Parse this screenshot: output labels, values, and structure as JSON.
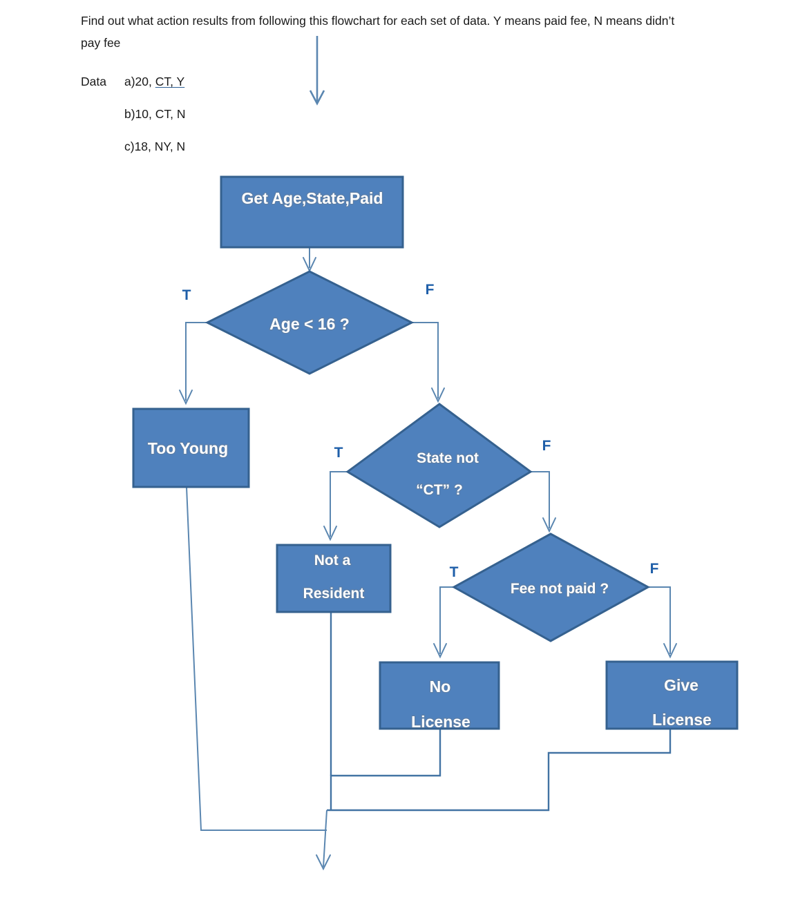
{
  "document": {
    "intro": "Find out what action results from following this flowchart for each set of data. Y means paid fee, N means didn’t pay fee",
    "data_label": "Data",
    "data_items": [
      {
        "key": "a",
        "text": "a)20, ",
        "underlined": "CT,  Y"
      },
      {
        "key": "b",
        "text": "b)10, CT, N",
        "underlined": ""
      },
      {
        "key": "c",
        "text": "c)18, NY, N",
        "underlined": ""
      }
    ]
  },
  "colors": {
    "node_fill": "#4f81bd",
    "node_border": "#35618f",
    "node_text": "#ffffff",
    "branch_label": "#1f5fa9",
    "connector": "#5a86b0"
  },
  "flowchart": {
    "type": "flowchart",
    "nodes": [
      {
        "id": "get",
        "kind": "process",
        "label": "Get Age,State,Paid",
        "lines": [
          "Get Age,State,Paid"
        ]
      },
      {
        "id": "age",
        "kind": "decision",
        "label": "Age < 16 ?",
        "lines": [
          "Age < 16 ?"
        ]
      },
      {
        "id": "tooyoung",
        "kind": "process",
        "label": "Too Young",
        "lines": [
          "Too Young"
        ]
      },
      {
        "id": "state",
        "kind": "decision",
        "label": "State not “CT” ?",
        "lines": [
          "State not",
          "“CT” ?"
        ]
      },
      {
        "id": "notres",
        "kind": "process",
        "label": "Not a Resident",
        "lines": [
          "Not a",
          "Resident"
        ]
      },
      {
        "id": "fee",
        "kind": "decision",
        "label": "Fee  not paid ?",
        "lines": [
          "Fee  not paid ?"
        ]
      },
      {
        "id": "nolicense",
        "kind": "process",
        "label": "No License",
        "lines": [
          "No",
          "License"
        ]
      },
      {
        "id": "givelicense",
        "kind": "process",
        "label": "Give License",
        "lines": [
          "Give",
          "License"
        ]
      }
    ],
    "branch_labels": {
      "age_true": "T",
      "age_false": "F",
      "state_true": "T",
      "state_false": "F",
      "fee_true": "T",
      "fee_false": "F"
    },
    "edges": [
      {
        "from": "get",
        "to": "age",
        "label": ""
      },
      {
        "from": "age",
        "to": "tooyoung",
        "label": "T"
      },
      {
        "from": "age",
        "to": "state",
        "label": "F"
      },
      {
        "from": "state",
        "to": "notres",
        "label": "T"
      },
      {
        "from": "state",
        "to": "fee",
        "label": "F"
      },
      {
        "from": "fee",
        "to": "nolicense",
        "label": "T"
      },
      {
        "from": "fee",
        "to": "givelicense",
        "label": "F"
      },
      {
        "from": "tooyoung",
        "to": "exit",
        "label": ""
      },
      {
        "from": "notres",
        "to": "exit",
        "label": ""
      },
      {
        "from": "nolicense",
        "to": "exit",
        "label": ""
      },
      {
        "from": "givelicense",
        "to": "exit",
        "label": ""
      }
    ]
  }
}
